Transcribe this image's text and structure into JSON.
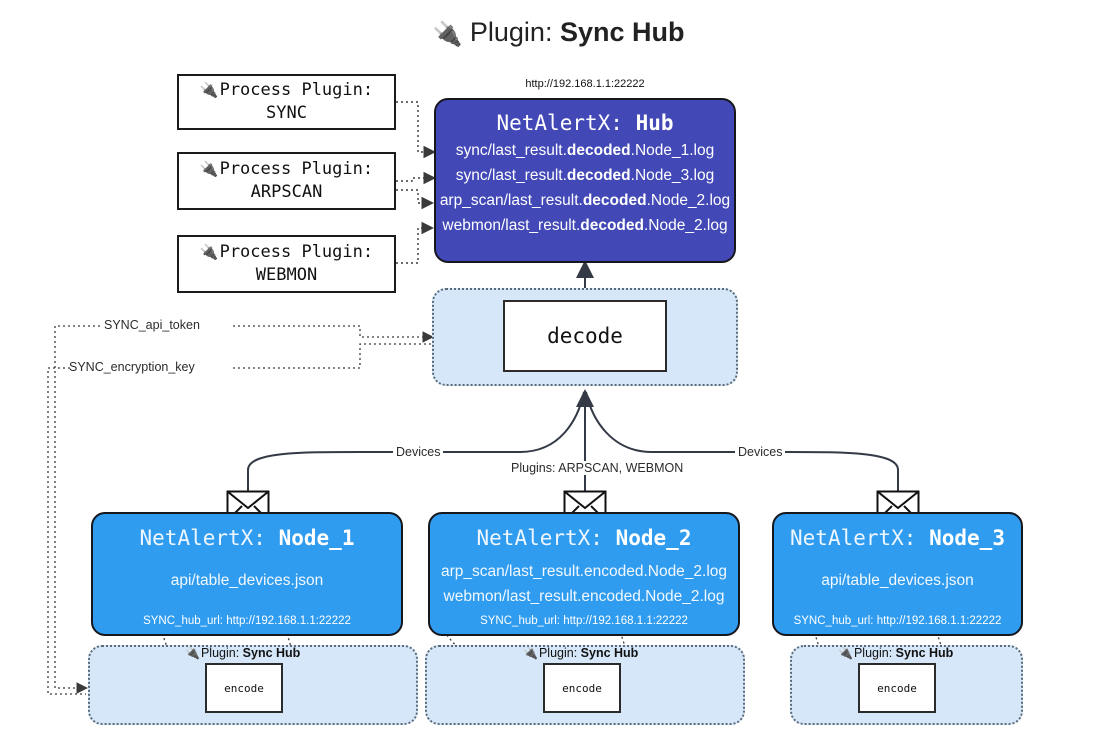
{
  "title": {
    "icon": "plug-icon",
    "prefix": "Plugin:",
    "name": "Sync Hub"
  },
  "process_plugins": [
    {
      "header": "Process Plugin:",
      "name": "SYNC"
    },
    {
      "header": "Process Plugin:",
      "name": "ARPSCAN"
    },
    {
      "header": "Process Plugin:",
      "name": "WEBMON"
    }
  ],
  "hub": {
    "url": "http://192.168.1.1:22222",
    "title_prefix": "NetAlertX:",
    "title_name": "Hub",
    "loglines": [
      {
        "pre": "sync/last_result.",
        "em": "decoded",
        "post": ".Node_1.log"
      },
      {
        "pre": "sync/last_result.",
        "em": "decoded",
        "post": ".Node_3.log"
      },
      {
        "pre": "arp_scan/last_result.",
        "em": "decoded",
        "post": ".Node_2.log"
      },
      {
        "pre": "webmon/last_result.",
        "em": "decoded",
        "post": ".Node_2.log"
      }
    ]
  },
  "decode": {
    "label": "decode"
  },
  "secrets": {
    "api_token": "SYNC_api_token",
    "encryption_key": "SYNC_encryption_key"
  },
  "edge_labels": {
    "devices_left": "Devices",
    "devices_right": "Devices",
    "plugins_center": "Plugins: ARPSCAN, WEBMON"
  },
  "nodes": [
    {
      "title_prefix": "NetAlertX:",
      "title_name": "Node_1",
      "lines": [
        "api/table_devices.json"
      ],
      "hub_url_label": "SYNC_hub_url: http://192.168.1.1:22222"
    },
    {
      "title_prefix": "NetAlertX:",
      "title_name": "Node_2",
      "lines": [
        "arp_scan/last_result.encoded.Node_2.log",
        "webmon/last_result.encoded.Node_2.log"
      ],
      "hub_url_label": "SYNC_hub_url: http://192.168.1.1:22222"
    },
    {
      "title_prefix": "NetAlertX:",
      "title_name": "Node_3",
      "lines": [
        "api/table_devices.json"
      ],
      "hub_url_label": "SYNC_hub_url: http://192.168.1.1:22222"
    }
  ],
  "encoders": [
    {
      "plugin_prefix": "Plugin:",
      "plugin_name": "Sync Hub",
      "label": "encode"
    },
    {
      "plugin_prefix": "Plugin:",
      "plugin_name": "Sync Hub",
      "label": "encode"
    },
    {
      "plugin_prefix": "Plugin:",
      "plugin_name": "Sync Hub",
      "label": "encode"
    }
  ],
  "colors": {
    "hub": "#4248b6",
    "node": "#2f9cf0",
    "container": "#d5e7f8",
    "stroke": "#16161d"
  }
}
